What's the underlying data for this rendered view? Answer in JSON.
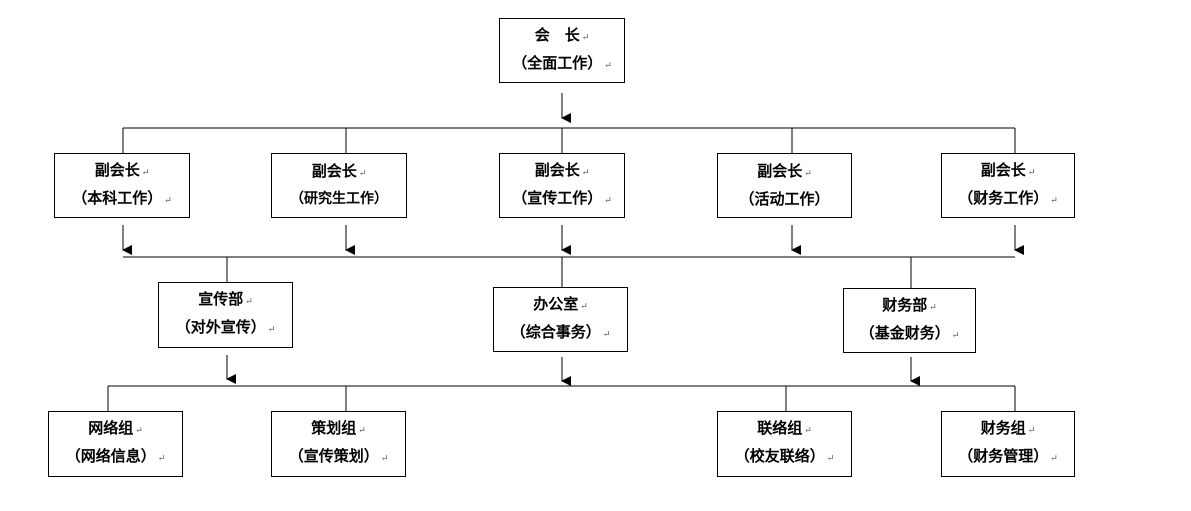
{
  "paragraph_mark": "↵",
  "org_chart": {
    "president": {
      "title": "会　长",
      "duty": "（全面工作）"
    },
    "vice_presidents": [
      {
        "title": "副会长",
        "duty": "（本科工作）"
      },
      {
        "title": "副会长",
        "duty": "（研究生工作）"
      },
      {
        "title": "副会长",
        "duty": "（宣传工作）"
      },
      {
        "title": "副会长",
        "duty": "（活动工作）"
      },
      {
        "title": "副会长",
        "duty": "（财务工作）"
      }
    ],
    "departments": [
      {
        "title": "宣传部",
        "duty": "（对外宣传）"
      },
      {
        "title": "办公室",
        "duty": "（综合事务）"
      },
      {
        "title": "财务部",
        "duty": "（基金财务）"
      }
    ],
    "groups": [
      {
        "title": "网络组",
        "duty": "（网络信息）"
      },
      {
        "title": "策划组",
        "duty": "（宣传策划）"
      },
      {
        "title": "联络组",
        "duty": "（校友联络）"
      },
      {
        "title": "财务组",
        "duty": "（财务管理）"
      }
    ]
  }
}
